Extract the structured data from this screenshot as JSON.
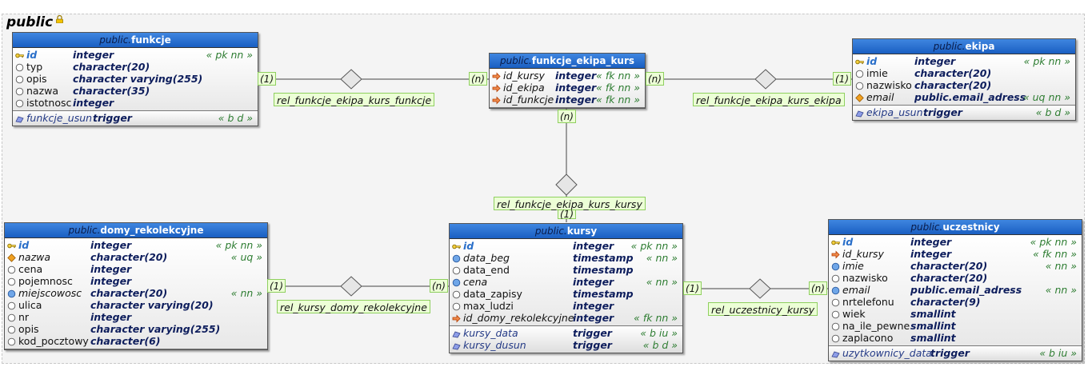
{
  "schema": {
    "name": "public"
  },
  "tables": {
    "funkcje": {
      "schema": "public.",
      "name": "funkcje",
      "columns": [
        {
          "name": "id",
          "type": "integer",
          "constraints": "« pk nn »",
          "icon": "primary-key-icon",
          "style": "pk"
        },
        {
          "name": "typ",
          "type": "character(20)",
          "constraints": "",
          "icon": "column-icon",
          "style": ""
        },
        {
          "name": "opis",
          "type": "character varying(255)",
          "constraints": "",
          "icon": "column-icon",
          "style": ""
        },
        {
          "name": "nazwa",
          "type": "character(35)",
          "constraints": "",
          "icon": "column-icon",
          "style": ""
        },
        {
          "name": "istotnosc",
          "type": "integer",
          "constraints": "",
          "icon": "column-icon",
          "style": ""
        }
      ],
      "triggers": [
        {
          "name": "funkcje_usun",
          "type": "trigger",
          "constraints": "« b d »"
        }
      ]
    },
    "funkcje_ekipa_kurs": {
      "schema": "public.",
      "name": "funkcje_ekipa_kurs",
      "columns": [
        {
          "name": "id_kursy",
          "type": "integer",
          "constraints": "« fk nn »",
          "icon": "foreign-key-icon",
          "style": "it"
        },
        {
          "name": "id_ekipa",
          "type": "integer",
          "constraints": "« fk nn »",
          "icon": "foreign-key-icon",
          "style": "it"
        },
        {
          "name": "id_funkcje",
          "type": "integer",
          "constraints": "« fk nn »",
          "icon": "foreign-key-icon",
          "style": "it"
        }
      ],
      "triggers": []
    },
    "ekipa": {
      "schema": "public.",
      "name": "ekipa",
      "columns": [
        {
          "name": "id",
          "type": "integer",
          "constraints": "« pk nn »",
          "icon": "primary-key-icon",
          "style": "pk"
        },
        {
          "name": "imie",
          "type": "character(20)",
          "constraints": "",
          "icon": "column-icon",
          "style": ""
        },
        {
          "name": "nazwisko",
          "type": "character(20)",
          "constraints": "",
          "icon": "column-icon",
          "style": ""
        },
        {
          "name": "email",
          "type": "public.email_adress",
          "constraints": "« uq nn »",
          "icon": "unique-icon",
          "style": "it"
        }
      ],
      "triggers": [
        {
          "name": "ekipa_usun",
          "type": "trigger",
          "constraints": "« b d »"
        }
      ]
    },
    "domy_rekolekcyjne": {
      "schema": "public.",
      "name": "domy_rekolekcyjne",
      "columns": [
        {
          "name": "id",
          "type": "integer",
          "constraints": "« pk nn »",
          "icon": "primary-key-icon",
          "style": "pk"
        },
        {
          "name": "nazwa",
          "type": "character(20)",
          "constraints": "« uq »",
          "icon": "unique-icon",
          "style": "it"
        },
        {
          "name": "cena",
          "type": "integer",
          "constraints": "",
          "icon": "column-icon",
          "style": ""
        },
        {
          "name": "pojemnosc",
          "type": "integer",
          "constraints": "",
          "icon": "column-icon",
          "style": ""
        },
        {
          "name": "miejscowosc",
          "type": "character(20)",
          "constraints": "« nn »",
          "icon": "not-null-icon",
          "style": "it"
        },
        {
          "name": "ulica",
          "type": "character varying(20)",
          "constraints": "",
          "icon": "column-icon",
          "style": ""
        },
        {
          "name": "nr",
          "type": "integer",
          "constraints": "",
          "icon": "column-icon",
          "style": ""
        },
        {
          "name": "opis",
          "type": "character varying(255)",
          "constraints": "",
          "icon": "column-icon",
          "style": ""
        },
        {
          "name": "kod_pocztowy",
          "type": "character(6)",
          "constraints": "",
          "icon": "column-icon",
          "style": ""
        }
      ],
      "triggers": []
    },
    "kursy": {
      "schema": "public.",
      "name": "kursy",
      "columns": [
        {
          "name": "id",
          "type": "integer",
          "constraints": "« pk nn »",
          "icon": "primary-key-icon",
          "style": "pk"
        },
        {
          "name": "data_beg",
          "type": "timestamp",
          "constraints": "« nn »",
          "icon": "not-null-icon",
          "style": "it"
        },
        {
          "name": "data_end",
          "type": "timestamp",
          "constraints": "",
          "icon": "column-icon",
          "style": ""
        },
        {
          "name": "cena",
          "type": "integer",
          "constraints": "« nn »",
          "icon": "not-null-icon",
          "style": "it"
        },
        {
          "name": "data_zapisy",
          "type": "timestamp",
          "constraints": "",
          "icon": "column-icon",
          "style": ""
        },
        {
          "name": "max_ludzi",
          "type": "integer",
          "constraints": "",
          "icon": "column-icon",
          "style": ""
        },
        {
          "name": "id_domy_rekolekcyjne",
          "type": "integer",
          "constraints": "« fk nn »",
          "icon": "foreign-key-icon",
          "style": "it"
        }
      ],
      "triggers": [
        {
          "name": "kursy_data",
          "type": "trigger",
          "constraints": "« b iu »"
        },
        {
          "name": "kursy_dusun",
          "type": "trigger",
          "constraints": "« b d »"
        }
      ]
    },
    "uczestnicy": {
      "schema": "public.",
      "name": "uczestnicy",
      "columns": [
        {
          "name": "id",
          "type": "integer",
          "constraints": "« pk nn »",
          "icon": "primary-key-icon",
          "style": "pk"
        },
        {
          "name": "id_kursy",
          "type": "integer",
          "constraints": "« fk nn »",
          "icon": "foreign-key-icon",
          "style": "it"
        },
        {
          "name": "imie",
          "type": "character(20)",
          "constraints": "« nn »",
          "icon": "not-null-icon",
          "style": "it"
        },
        {
          "name": "nazwisko",
          "type": "character(20)",
          "constraints": "",
          "icon": "column-icon",
          "style": ""
        },
        {
          "name": "email",
          "type": "public.email_adress",
          "constraints": "« nn »",
          "icon": "not-null-icon",
          "style": "it"
        },
        {
          "name": "nrtelefonu",
          "type": "character(9)",
          "constraints": "",
          "icon": "column-icon",
          "style": ""
        },
        {
          "name": "wiek",
          "type": "smallint",
          "constraints": "",
          "icon": "column-icon",
          "style": ""
        },
        {
          "name": "na_ile_pewne",
          "type": "smallint",
          "constraints": "",
          "icon": "column-icon",
          "style": ""
        },
        {
          "name": "zaplacono",
          "type": "smallint",
          "constraints": "",
          "icon": "column-icon",
          "style": ""
        }
      ],
      "triggers": [
        {
          "name": "uzytkownicy_data",
          "type": "trigger",
          "constraints": "« b iu »"
        }
      ]
    }
  },
  "relationships": {
    "funkcje": {
      "label": "rel_funkcje_ekipa_kurs_funkcje",
      "card_one": "(1)",
      "card_many": "(n)"
    },
    "ekipa": {
      "label": "rel_funkcje_ekipa_kurs_ekipa",
      "card_many": "(n)",
      "card_one": "(1)"
    },
    "kursy_fek": {
      "label": "rel_funkcje_ekipa_kurs_kursy",
      "card_many": "(n)",
      "card_one": "(1)"
    },
    "domy": {
      "label": "rel_kursy_domy_rekolekcyjne",
      "card_one": "(1)",
      "card_many": "(n)"
    },
    "uczestnicy": {
      "label": "rel_uczestnicy_kursy",
      "card_one": "(1)",
      "card_many": "(n)"
    }
  },
  "colors": {
    "header_top": "#3f86e0",
    "header_bottom": "#1a5fc2",
    "label_bg": "#ecffd6",
    "label_border": "#8fcf5f",
    "constraint_text": "#2e7d32",
    "type_text": "#0d1d5c",
    "pk_text": "#2a6fc9"
  }
}
